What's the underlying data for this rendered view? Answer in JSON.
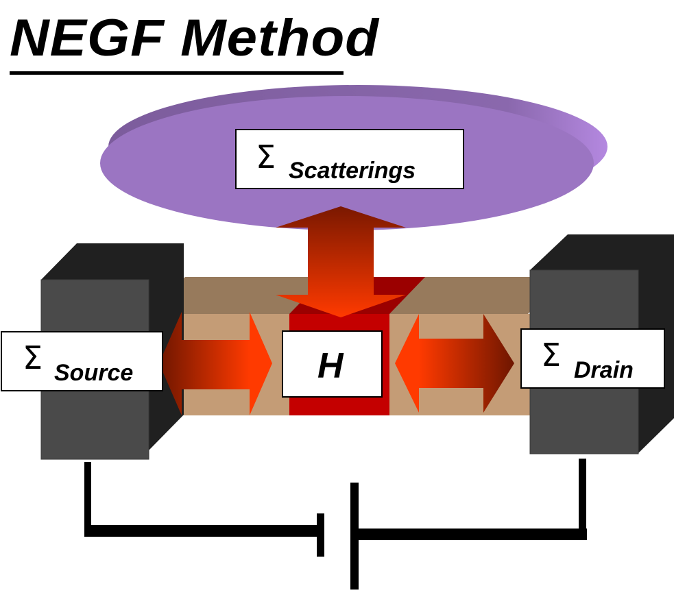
{
  "title": "NEGF Method",
  "labels": {
    "scatterings": {
      "symbol": "Σ",
      "subscript": "Scatterings"
    },
    "source": {
      "symbol": "Σ",
      "subscript": "Source"
    },
    "drain": {
      "symbol": "Σ",
      "subscript": "Drain"
    },
    "hamiltonian": {
      "text": "H"
    }
  },
  "colors": {
    "scattering_disk": "#9b75c2",
    "scattering_disk_edge": "#7f5fa0",
    "contact_front": "#4a4a4a",
    "contact_side": "#202020",
    "channel_front": "#c49c76",
    "channel_top": "#977a5c",
    "device_region": "#c40000",
    "device_region_top": "#9b0000",
    "arrow_light": "#ff3a00",
    "arrow_dark": "#7a1800",
    "wire": "#000000"
  }
}
